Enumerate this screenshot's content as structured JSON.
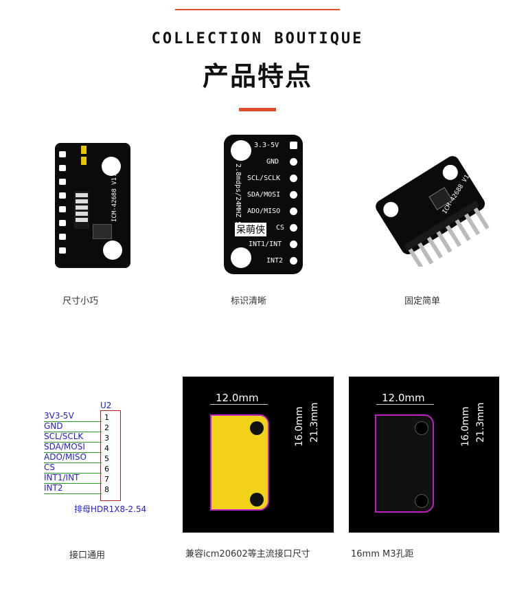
{
  "header": {
    "eyebrow": "COLLECTION BOUTIQUE",
    "title": "产品特点"
  },
  "colors": {
    "accent": "#e2482a",
    "board": "#0b0b0b",
    "schematic_blue": "#1c1cd6",
    "schematic_red": "#b22222",
    "pcb_magenta": "#c020c0",
    "pcb_yellow": "#f2d21b"
  },
  "features": [
    {
      "caption": "尺寸小巧",
      "board_label": "ICM-42688 V1.1"
    },
    {
      "caption": "标识清晰"
    },
    {
      "caption": "固定简单",
      "board_label": "ICM-42688 V1.1"
    },
    {
      "caption": "接口通用"
    },
    {
      "caption": "兼容icm20602等主流接口尺寸"
    },
    {
      "caption": "16mm M3孔距"
    }
  ],
  "board2": {
    "pins": [
      "3.3-5V",
      "GND",
      "SCL/SCLK",
      "SDA/MOSI",
      "ADO/MISO",
      "CS",
      "INT1/INT",
      "INT2"
    ],
    "side_text": "2.8mdps/24MHZ SPI",
    "logo": "呆萌侠"
  },
  "schematic": {
    "ref": "U2",
    "part": "排母HDR1X8-2.54",
    "nets": [
      "3V3-5V",
      "GND",
      "SCL/SCLK",
      "SDA/MOSI",
      "ADO/MISO",
      "CS",
      "INT1/INT",
      "INT2"
    ],
    "pin_numbers": [
      "1",
      "2",
      "3",
      "4",
      "5",
      "6",
      "7",
      "8"
    ]
  },
  "pcb_dims": {
    "width": "12.0mm",
    "hole_spacing": "16.0mm",
    "length": "21.3mm"
  }
}
